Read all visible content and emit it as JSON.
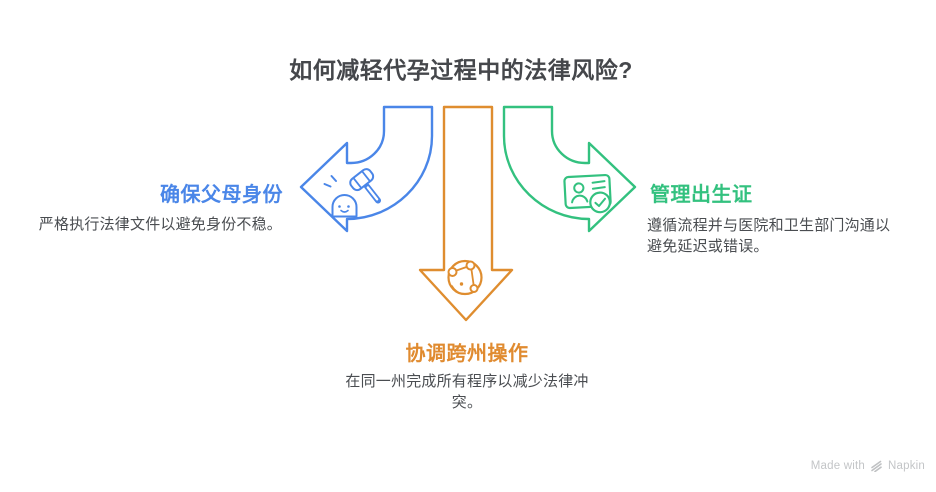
{
  "title": "如何减轻代孕过程中的法律风险?",
  "colors": {
    "blue": "#4a86e8",
    "orange": "#df8d2f",
    "green": "#33c17f",
    "title_text": "#45474b",
    "body_text": "#4a4d51",
    "watermark_text": "#c3c5c7"
  },
  "branches": {
    "left": {
      "label": "确保父母身份",
      "description": "严格执行法律文件以避免身份不稳。",
      "icon": "gavel-figure-icon",
      "arrow": "curved-left",
      "color": "#4a86e8"
    },
    "down": {
      "label": "协调跨州操作",
      "description": "在同一州完成所有程序以减少法律冲突。",
      "icon": "globe-network-icon",
      "arrow": "straight-down",
      "color": "#df8d2f"
    },
    "right": {
      "label": "管理出生证",
      "description": "遵循流程并与医院和卫生部门沟通以避免延迟或错误。",
      "icon": "id-card-check-icon",
      "arrow": "curved-right",
      "color": "#33c17f"
    }
  },
  "watermark": {
    "prefix": "Made with",
    "brand": "Napkin"
  }
}
